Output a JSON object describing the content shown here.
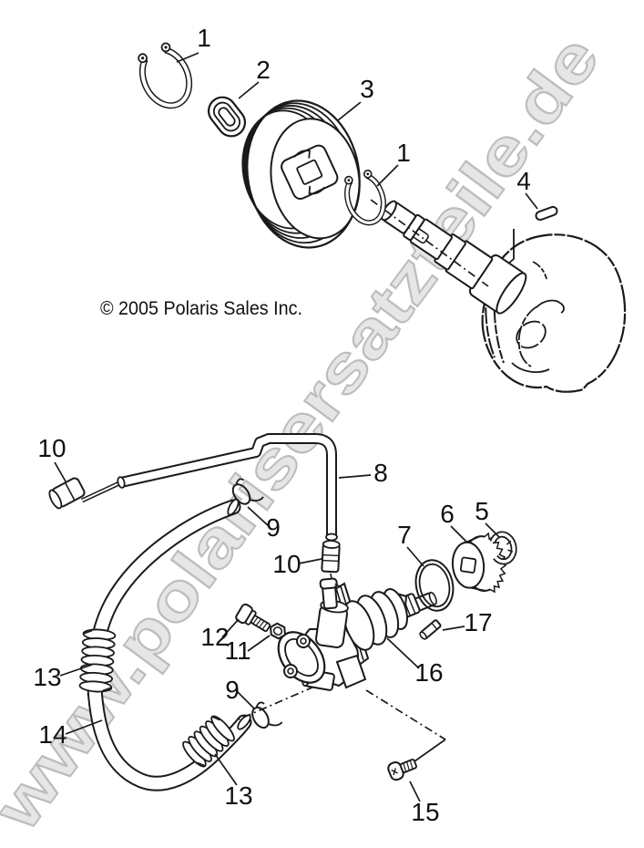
{
  "page": {
    "background": "#ffffff",
    "line_color": "#1a1a1a"
  },
  "watermark": {
    "text": "www.polarisersatzteile.de",
    "fill": "#e6e6e6",
    "stroke": "#bdbdbd"
  },
  "copyright": {
    "text": "© 2005 Polaris Sales Inc."
  },
  "callouts": [
    {
      "part": "circlip-upper",
      "label": "1"
    },
    {
      "part": "seal-grommet",
      "label": "2"
    },
    {
      "part": "pulley",
      "label": "3"
    },
    {
      "part": "circlip-shaft",
      "label": "1"
    },
    {
      "part": "key",
      "label": "4"
    },
    {
      "part": "fitting-left",
      "label": "10"
    },
    {
      "part": "clamp-upper",
      "label": "9"
    },
    {
      "part": "oil-pipe",
      "label": "8"
    },
    {
      "part": "fitting-lower",
      "label": "10"
    },
    {
      "part": "o-ring",
      "label": "7"
    },
    {
      "part": "pump-gear",
      "label": "6"
    },
    {
      "part": "e-clip",
      "label": "5"
    },
    {
      "part": "dowel-pin",
      "label": "17"
    },
    {
      "part": "bolt",
      "label": "12"
    },
    {
      "part": "nut",
      "label": "11"
    },
    {
      "part": "clamp-lower",
      "label": "9"
    },
    {
      "part": "oil-pump",
      "label": "16"
    },
    {
      "part": "spring-upper",
      "label": "13"
    },
    {
      "part": "oil-hose",
      "label": "14"
    },
    {
      "part": "spring-lower",
      "label": "13"
    },
    {
      "part": "screw",
      "label": "15"
    }
  ]
}
